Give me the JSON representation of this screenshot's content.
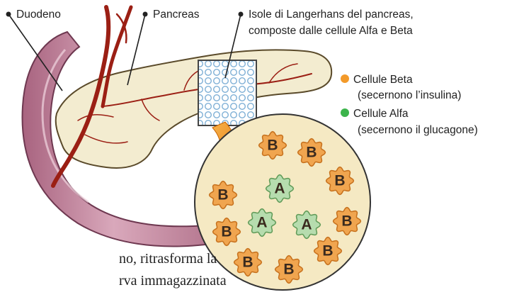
{
  "labels": {
    "duodeno": "Duodeno",
    "pancreas": "Pancreas",
    "isole_line1": "Isole di Langerhans del pancreas,",
    "isole_line2": "composte dalle cellule Alfa e Beta"
  },
  "legend": {
    "beta_title": "Cellule Beta",
    "beta_note": "(secernono l’insulina)",
    "alfa_title": "Cellule Alfa",
    "alfa_note": "(secernono il glucagone)",
    "beta_color": "#f39a2a",
    "alfa_color": "#3cb44b"
  },
  "cells": {
    "beta_letter": "B",
    "alfa_letter": "A"
  },
  "body_text": {
    "line1": "no, ritrasforma la",
    "line2": "rva immagazzinata"
  },
  "colors": {
    "duodenum": "#c98fa6",
    "pancreas_fill": "#f3ecd0",
    "vessel": "#9b1f14",
    "circle_fill": "#f5e9c3",
    "beta_cell": "#f0a54f",
    "alfa_cell": "#b6dcae",
    "arrow": "#f08a12"
  }
}
